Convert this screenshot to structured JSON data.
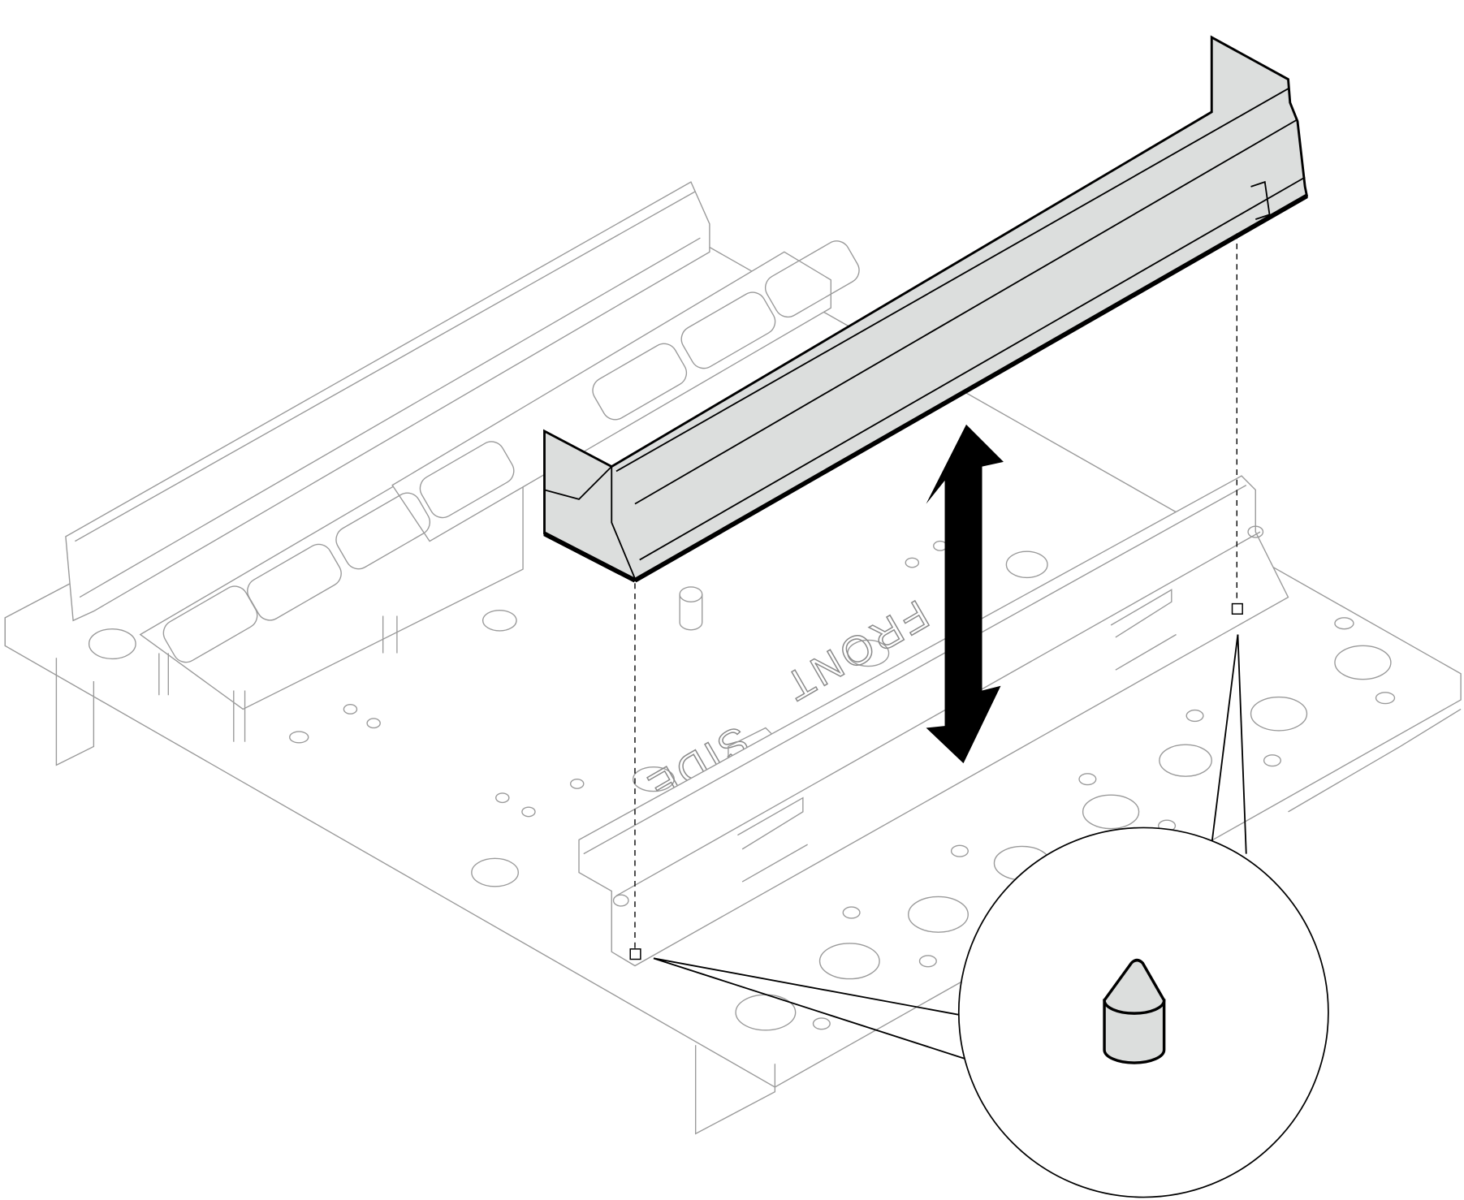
{
  "figure": {
    "embossed_labels": {
      "front": "FRONT",
      "side": "SIDE"
    },
    "colors": {
      "baffle_fill": "#dcdedd",
      "line_light": "#9a9a9a",
      "line_dark": "#000000",
      "pin_fill": "#dcdedd"
    },
    "icons": {
      "motion_arrow": "double-arrow-vertical-icon",
      "detail_view": "magnifier-callout"
    }
  }
}
